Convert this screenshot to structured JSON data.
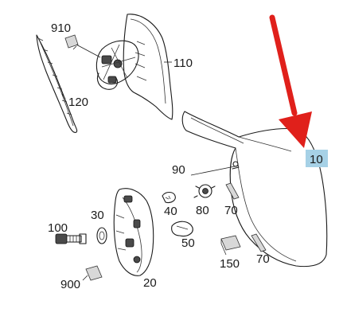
{
  "labels": {
    "p910": "910",
    "p110": "110",
    "p120": "120",
    "p90": "90",
    "p10": "10",
    "p40": "40",
    "p80": "80",
    "p70a": "70",
    "p30": "30",
    "p100": "100",
    "p50": "50",
    "p150": "150",
    "p70b": "70",
    "p900": "900",
    "p20": "20"
  },
  "highlight": {
    "part": "10",
    "box_color": "#a6d1e6",
    "arrow_color": "#e0201b"
  }
}
